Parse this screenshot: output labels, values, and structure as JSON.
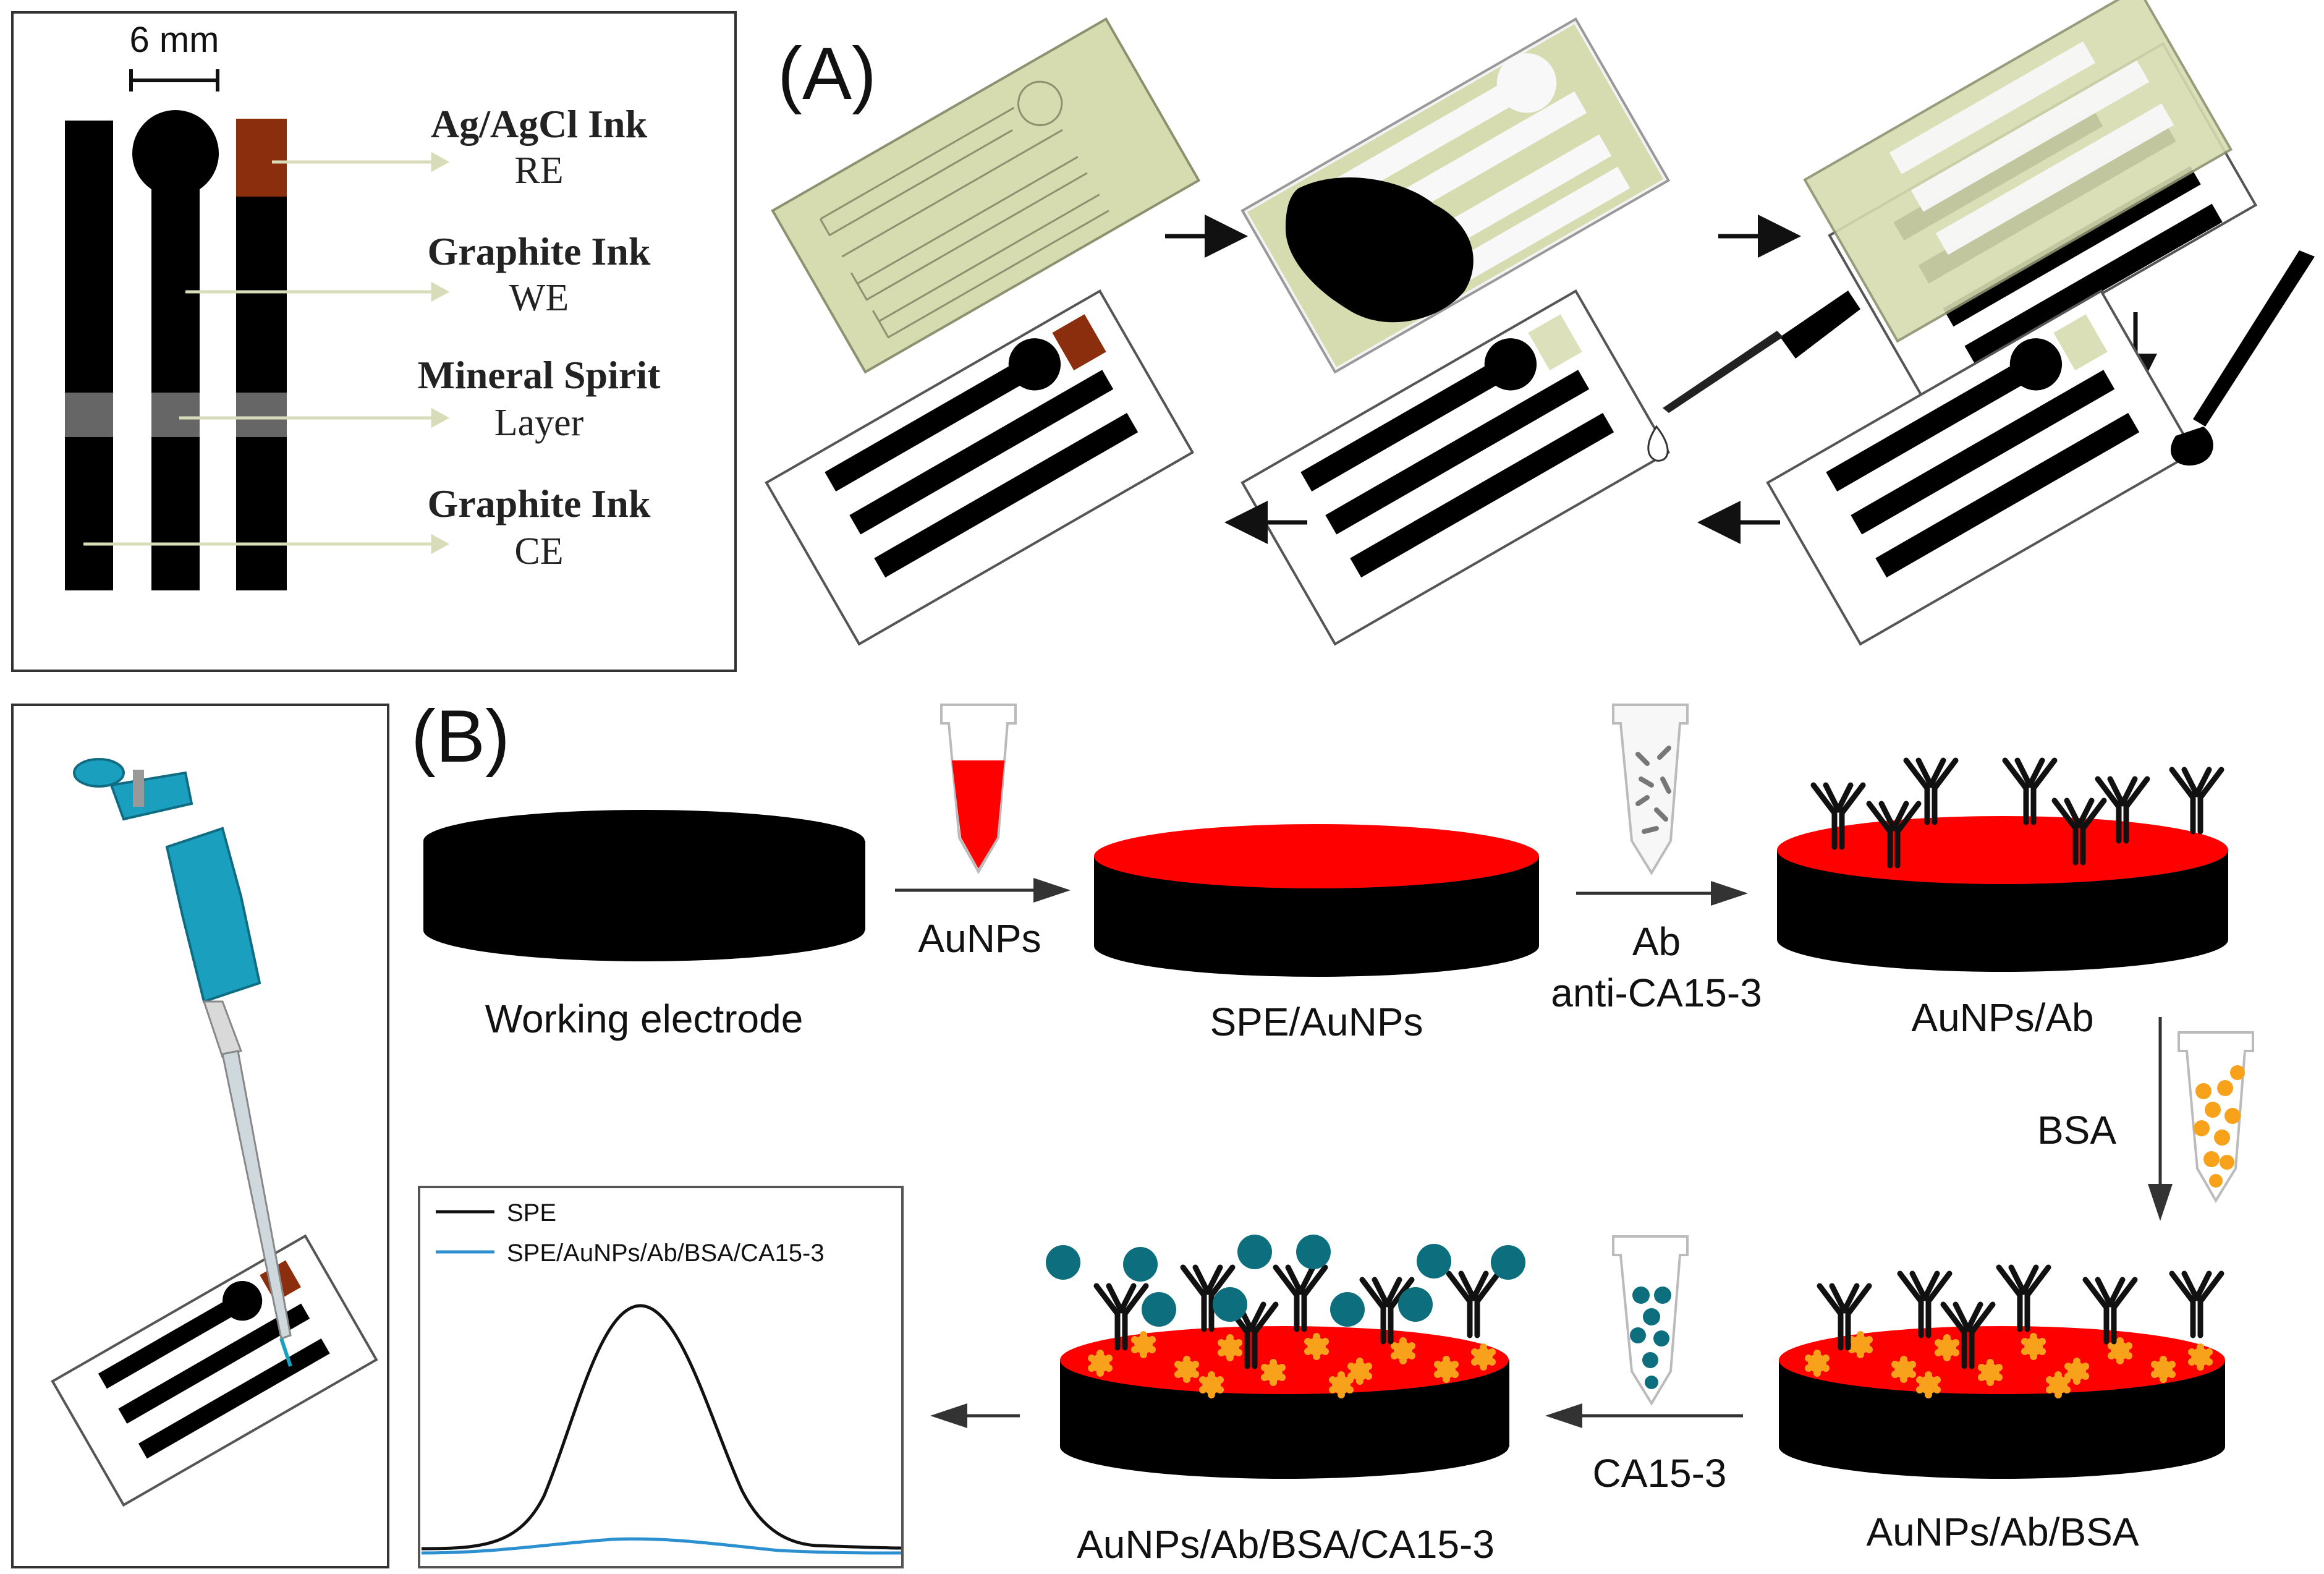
{
  "colors": {
    "ink": "#000000",
    "stencil": "#d6dcb0",
    "agagcl": "#8b2e0e",
    "gold": "#ff0000",
    "bsa": "#f7a21a",
    "antigen": "#0d6f7d",
    "pipette": "#1a9fbf",
    "trace_spe": "#111111",
    "trace_mod": "#2b8fd0"
  },
  "panel_left": {
    "scale_label": "6 mm",
    "labels": [
      {
        "title": "Ag/AgCl Ink",
        "sub": "RE"
      },
      {
        "title": "Graphite Ink",
        "sub": "WE"
      },
      {
        "title": "Mineral Spirit",
        "sub": "Layer"
      },
      {
        "title": "Graphite Ink",
        "sub": "CE"
      }
    ]
  },
  "panel_a": {
    "label": "(A)"
  },
  "panel_b": {
    "label": "(B)",
    "steps": {
      "working_electrode": "Working electrode",
      "aunps": "AuNPs",
      "spe_aunps": "SPE/AuNPs",
      "ab": "Ab",
      "anti_ca": "anti-CA15-3",
      "aunps_ab": "AuNPs/Ab",
      "bsa": "BSA",
      "aunps_ab_bsa": "AuNPs/Ab/BSA",
      "ca153": "CA15-3",
      "aunps_ab_bsa_ca": "AuNPs/Ab/BSA/CA15-3"
    }
  },
  "legend": {
    "spe": "SPE",
    "modified": "SPE/AuNPs/Ab/BSA/CA15-3"
  }
}
